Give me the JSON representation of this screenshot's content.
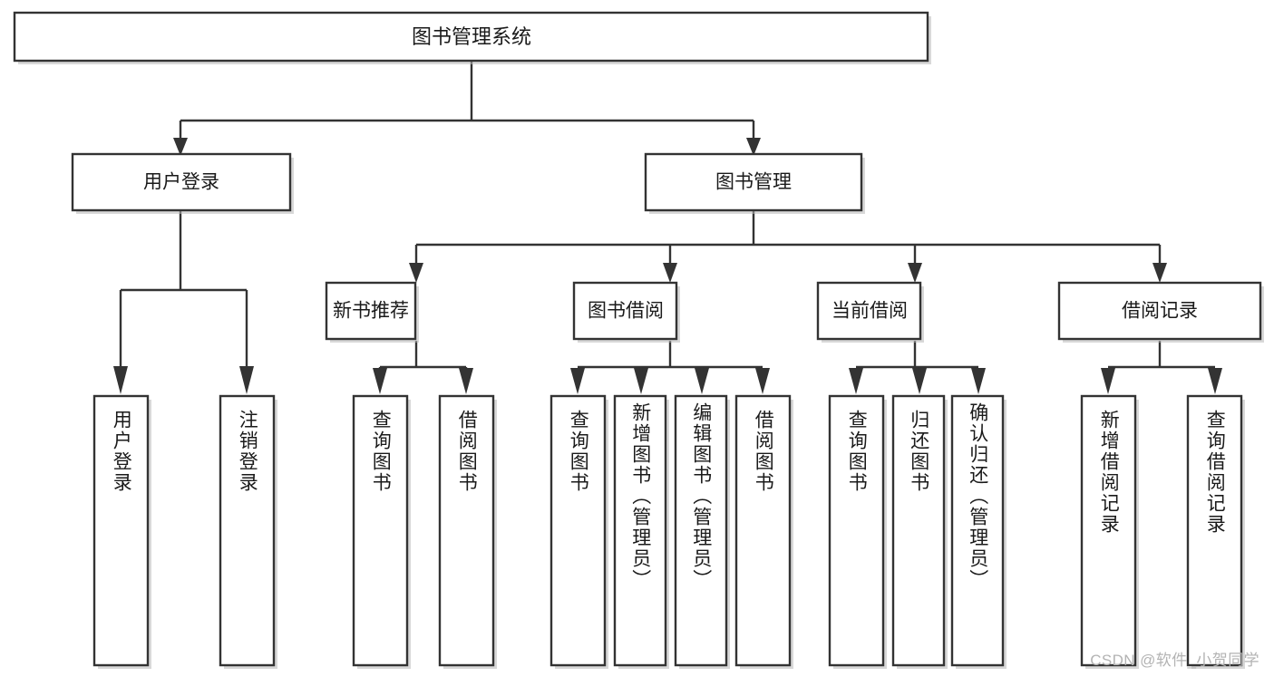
{
  "diagram": {
    "title": "图书管理系统",
    "type": "tree-hierarchy",
    "watermark": "CSDN @软件_小贺同学",
    "colors": {
      "box_stroke": "#333333",
      "box_fill": "#ffffff",
      "connector": "#333333",
      "text": "#1a1a1a",
      "watermark": "#b3b3b3",
      "background": "#ffffff"
    }
  },
  "nodes": {
    "root": {
      "label": "图书管理系统",
      "level": 1
    },
    "level2": [
      {
        "id": "user-login",
        "label": "用户登录"
      },
      {
        "id": "book-manage",
        "label": "图书管理"
      }
    ],
    "level3": [
      {
        "id": "new-book-rec",
        "label": "新书推荐",
        "parent": "book-manage"
      },
      {
        "id": "book-borrow",
        "label": "图书借阅",
        "parent": "book-manage"
      },
      {
        "id": "current-borrow",
        "label": "当前借阅",
        "parent": "book-manage"
      },
      {
        "id": "borrow-record",
        "label": "借阅记录",
        "parent": "book-manage"
      }
    ],
    "leaves": [
      {
        "id": "leaf-user-login",
        "label": "用户登录",
        "parent": "user-login"
      },
      {
        "id": "leaf-logout-login",
        "label": "注销登录",
        "parent": "user-login"
      },
      {
        "id": "leaf-query-book-1",
        "label": "查询图书",
        "parent": "new-book-rec"
      },
      {
        "id": "leaf-borrow-book-1",
        "label": "借阅图书",
        "parent": "new-book-rec"
      },
      {
        "id": "leaf-query-book-2",
        "label": "查询图书",
        "parent": "book-borrow"
      },
      {
        "id": "leaf-add-book",
        "label": "新增图书（管理员）",
        "parent": "book-borrow"
      },
      {
        "id": "leaf-edit-book",
        "label": "编辑图书（管理员）",
        "parent": "book-borrow"
      },
      {
        "id": "leaf-borrow-book-2",
        "label": "借阅图书",
        "parent": "book-borrow"
      },
      {
        "id": "leaf-query-book-3",
        "label": "查询图书",
        "parent": "current-borrow"
      },
      {
        "id": "leaf-return-book",
        "label": "归还图书",
        "parent": "current-borrow"
      },
      {
        "id": "leaf-confirm-return",
        "label": "确认归还（管理员）",
        "parent": "current-borrow"
      },
      {
        "id": "leaf-add-record",
        "label": "新增借阅记录",
        "parent": "borrow-record"
      },
      {
        "id": "leaf-query-record",
        "label": "查询借阅记录",
        "parent": "borrow-record"
      }
    ]
  }
}
